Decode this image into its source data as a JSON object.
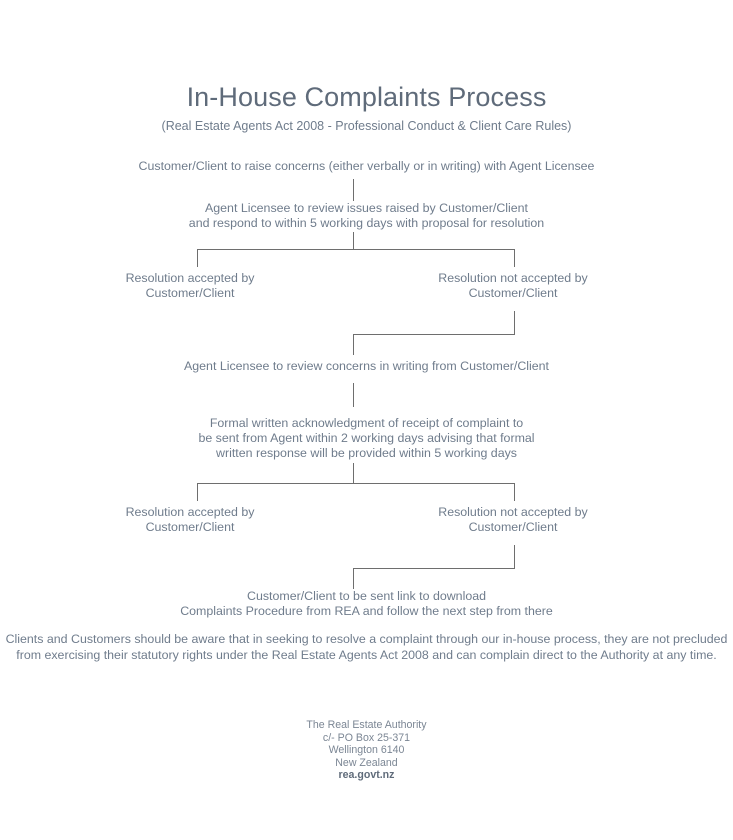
{
  "document": {
    "title": "In-House Complaints Process",
    "subtitle": "(Real Estate Agents Act 2008 - Professional Conduct & Client Care Rules)"
  },
  "flow": {
    "step1": {
      "line1": "Customer/Client to raise concerns (either verbally or in writing) with Agent Licensee"
    },
    "step2": {
      "line1": "Agent Licensee to review issues raised by Customer/Client",
      "line2": "and respond to within 5 working days with proposal for resolution"
    },
    "branch1": {
      "left_line1": "Resolution accepted by",
      "left_line2": "Customer/Client",
      "right_line1": "Resolution not accepted",
      "right_line2": "by Customer/Client"
    },
    "step3": {
      "line1": "Agent Licensee to review concerns in writing from Customer/Client"
    },
    "step4": {
      "line1": "Formal written acknowledgment of receipt of complaint to",
      "line2": "be sent from Agent within 2 working days advising that formal",
      "line3": "written response will be provided within 5 working days"
    },
    "branch2": {
      "left_line1": "Resolution accepted by",
      "left_line2": "Customer/Client",
      "right_line1": "Resolution not accepted",
      "right_line2": "by Customer/Client"
    },
    "step5": {
      "line1": "Customer/Client to be sent link to download",
      "line2": "Complaints Procedure from REA and follow the next step from there"
    }
  },
  "note": {
    "line1": "Clients and Customers should be aware that in seeking to resolve a complaint",
    "line2": "through our in-house process, they are not precluded from exercising",
    "line3": "their statutory rights under the Real Estate Agents Act 2008",
    "line4": "and can complain direct to the Authority at any time."
  },
  "footer": {
    "organisation": "The Real Estate Authority",
    "po_box": "c/- PO Box 25-371",
    "city": "Wellington 6140",
    "country": "New Zealand",
    "website": "rea.govt.nz"
  },
  "colors": {
    "text": "#6f7c8c",
    "title": "#5f6b7a",
    "connector": "#6e6e6e",
    "background": "#ffffff"
  }
}
